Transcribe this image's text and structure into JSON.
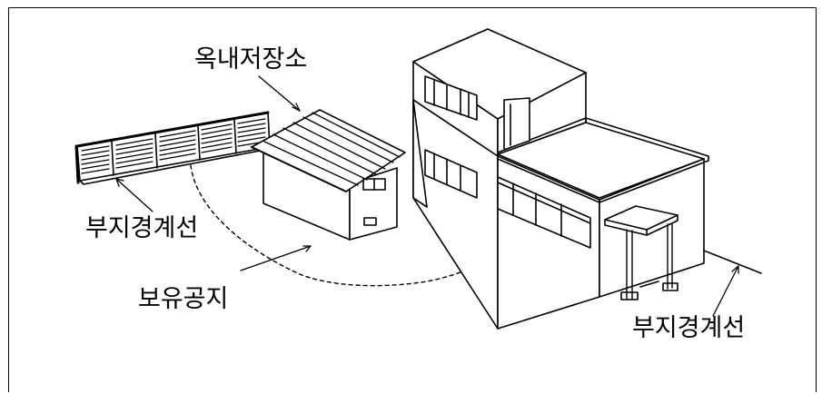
{
  "labels": {
    "indoor_storage": "옥내저장소",
    "boundary_left": "부지경계선",
    "reserved_space": "보유공지",
    "boundary_right": "부지경계선"
  }
}
